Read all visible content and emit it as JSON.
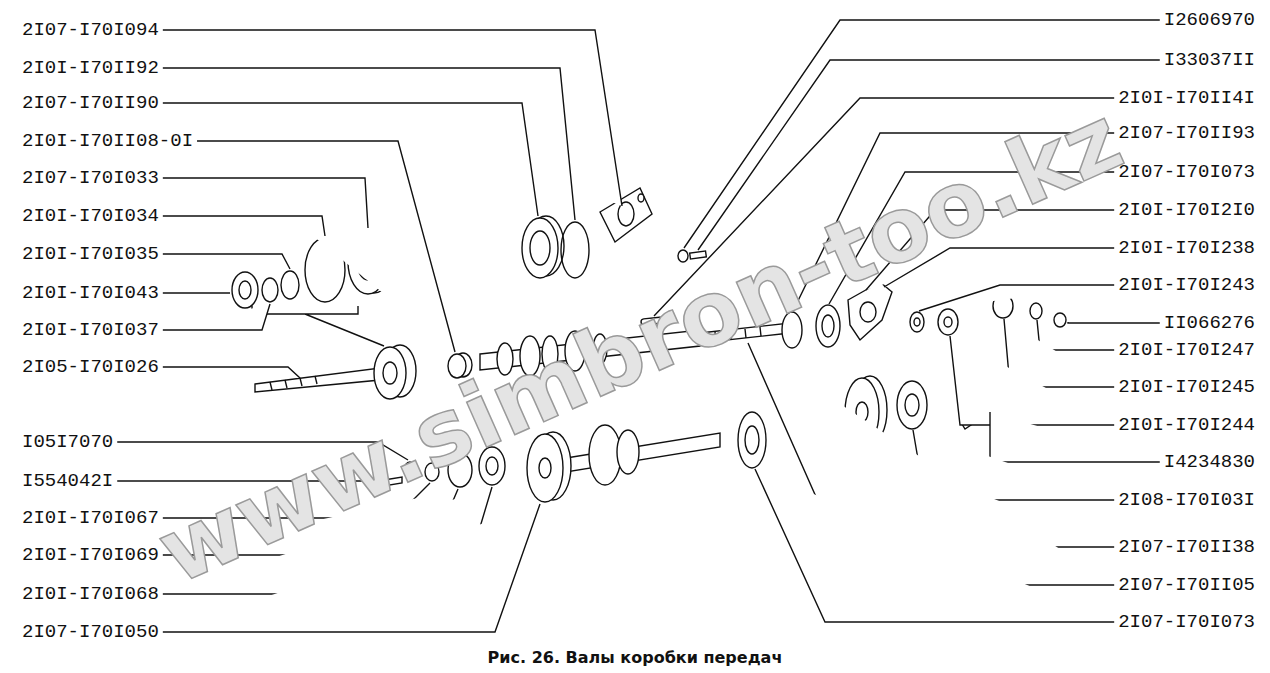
{
  "diagram": {
    "caption": "Рис. 26. Валы коробки передач",
    "labels": [
      "2I07-I70I094",
      "2I0I-I70II92",
      "2I07-I70II90",
      "2I0I-I70II08-0I",
      "2I07-I70I033",
      "2I0I-I70I034",
      "2I0I-I70I035",
      "2I0I-I70I043",
      "2I0I-I70I037",
      "2I05-I70I026",
      "I05I7070",
      "I554042I",
      "2I0I-I70I067",
      "2I0I-I70I069",
      "2I0I-I70I068",
      "2I07-I70I050",
      "I2606970",
      "I33037II",
      "2I0I-I70II4I",
      "2I07-I70II93",
      "2I07-I70I073",
      "2I0I-I70I2I0",
      "2I0I-I70I238",
      "2I0I-I70I243",
      "II066276",
      "2I0I-I70I247",
      "2I0I-I70I245",
      "2I0I-I70I244",
      "I4234830",
      "2I08-I70I03I",
      "2I07-I70II38",
      "2I07-I70II05",
      "2I07-I70I073",
      "www.simbron-too.kz"
    ]
  }
}
